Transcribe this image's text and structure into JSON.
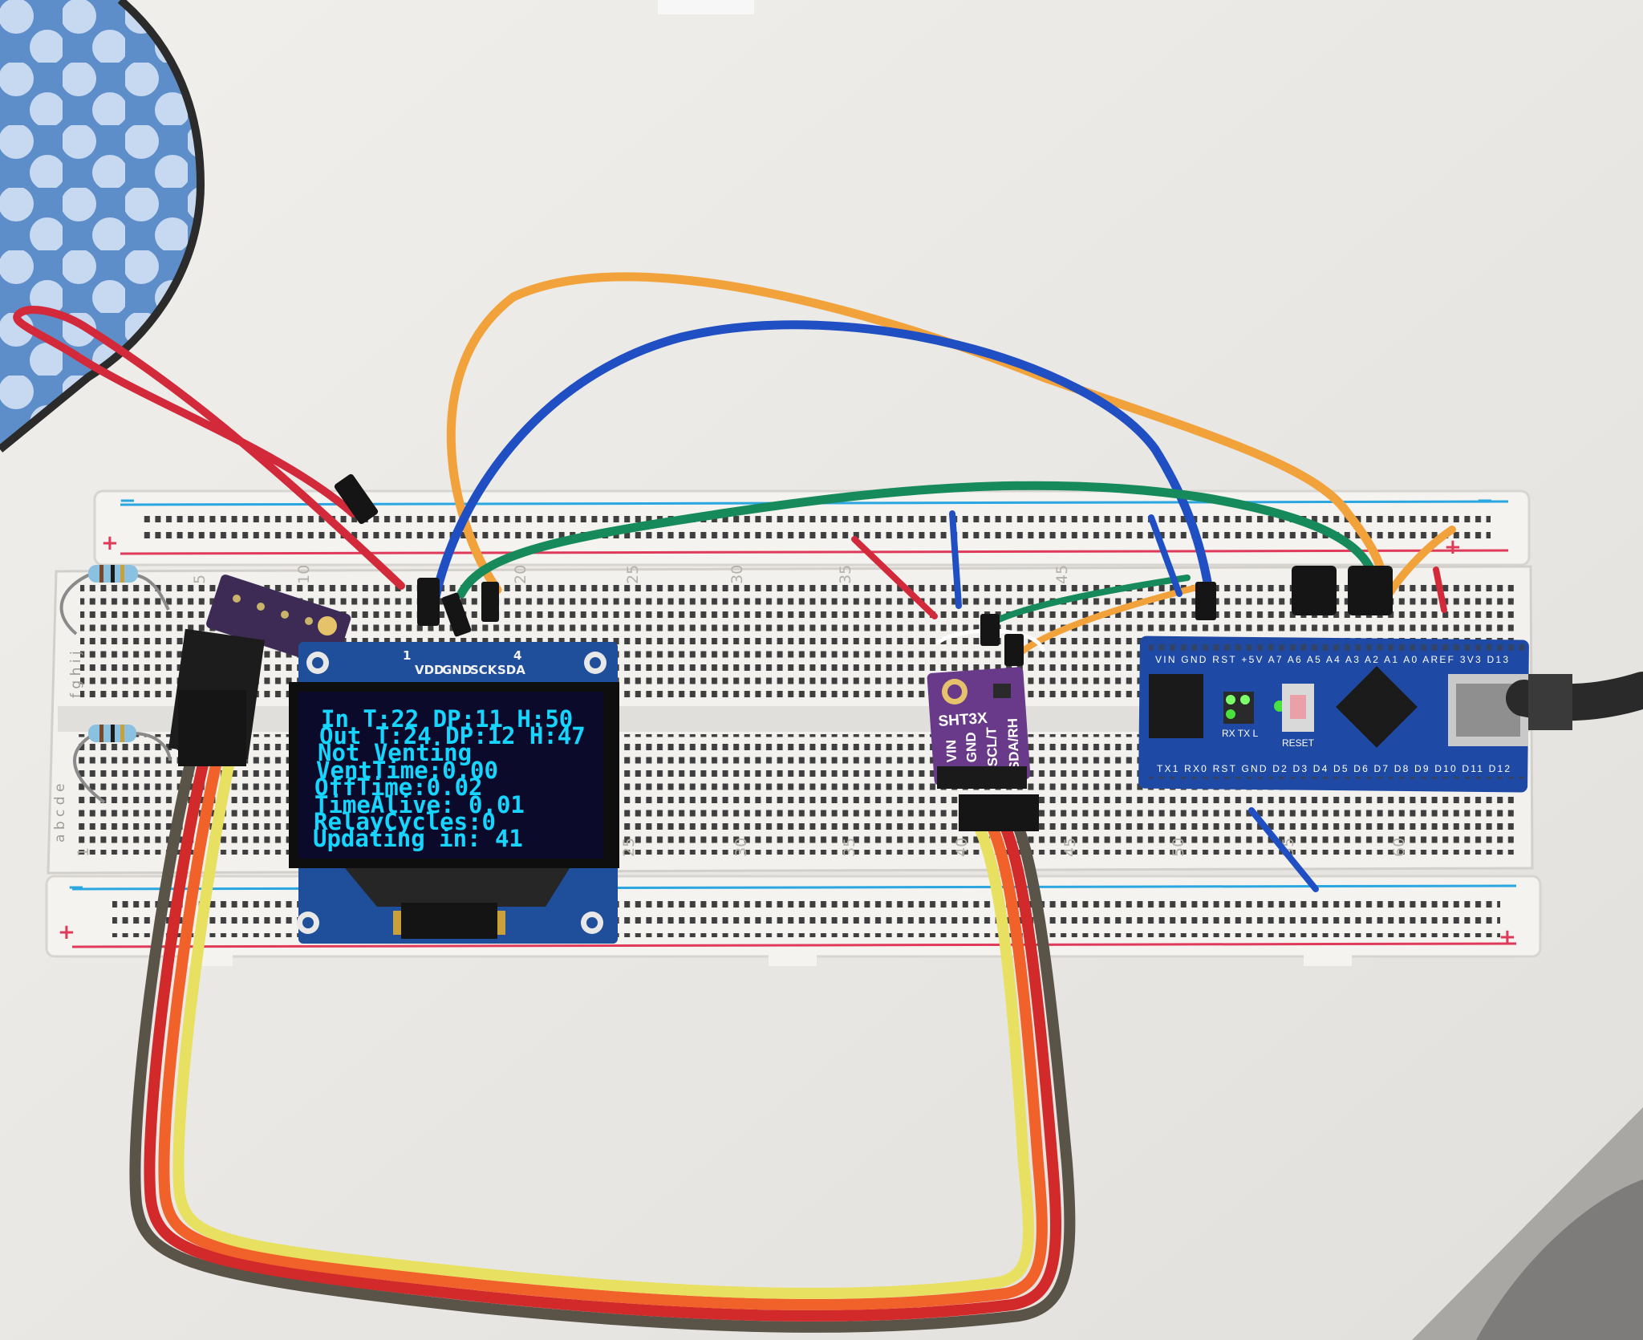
{
  "oled": {
    "header_pin_1": "1",
    "header_pin_4": "4",
    "pins": [
      "VDD",
      "GND",
      "SCK",
      "SDA"
    ],
    "lines": [
      "In  T:22 DP:11 H:50",
      "Out T:24 DP:12 H:47",
      "Not Venting",
      "VentTime:0.00",
      "OffTime:0.02",
      "TimeAlive: 0.01",
      "RelayCycles:0",
      "Updating in: 41"
    ],
    "text_color": "#16d6ff"
  },
  "sensor": {
    "title": "SHT3X",
    "pins": [
      "VIN",
      "GND",
      "SCL/T",
      "SDA/RH"
    ]
  },
  "arduino": {
    "top_pins": "VIN GND RST +5V A7 A6 A5 A4 A3 A2 A1 A0 AREF 3V3 D13",
    "bottom_pins": "TX1 RX0 RST GND D2 D3 D4 D5 D6 D7 D8 D9 D10 D11 D12",
    "reset_label": "RESET",
    "led_label": "RX TX L"
  },
  "breadboard": {
    "upper_numbers": [
      "5",
      "10",
      "20",
      "25",
      "30",
      "35",
      "45"
    ],
    "lower_numbers": [
      "1",
      "25",
      "30",
      "35",
      "40",
      "45",
      "50",
      "55",
      "60"
    ],
    "row_letters_upper": "f g h i j",
    "row_letters_lower": "a b c d e",
    "plus": "+",
    "minus": "−"
  }
}
